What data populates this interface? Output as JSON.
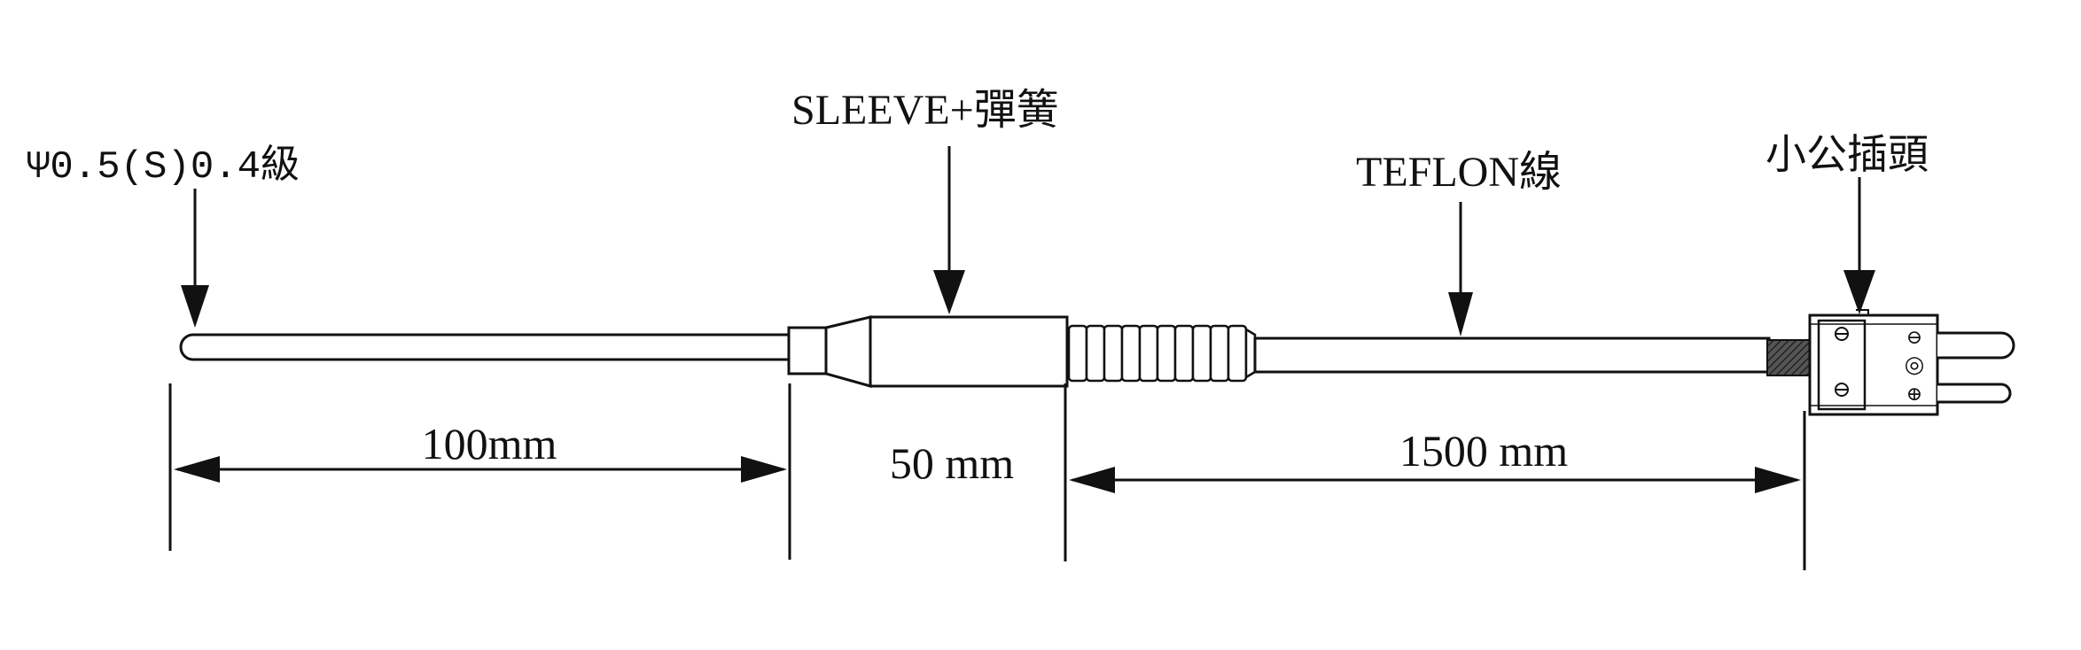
{
  "labels": {
    "tip": "Ψ0.5(S)0.4級",
    "sleeve": "SLEEVE+彈簧",
    "cable": "TEFLON線",
    "plug": "小公插頭"
  },
  "dimensions": {
    "probe": "100mm",
    "sleeve": "50 mm",
    "cable": "1500 mm"
  },
  "connector_symbols": {
    "top": "⊖",
    "bottom": "⊕",
    "middle": "◎"
  }
}
